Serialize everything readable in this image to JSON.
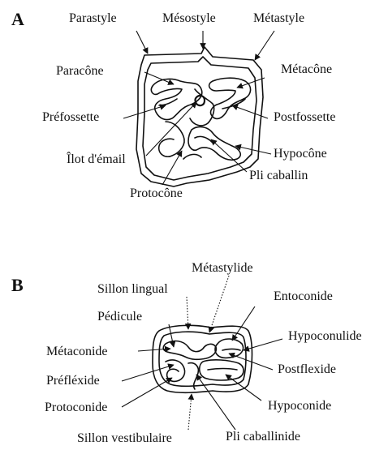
{
  "panel_a": {
    "letter": "A",
    "labels": {
      "parastyle": "Parastyle",
      "mesostyle": "Mésostyle",
      "metastyle": "Métastyle",
      "paracone": "Paracône",
      "metacone": "Métacône",
      "prefossette": "Préfossette",
      "postfossette": "Postfossette",
      "ilot": "Îlot d'émail",
      "hypocone": "Hypocône",
      "pli_caballin": "Pli caballin",
      "protocone": "Protocône"
    }
  },
  "panel_b": {
    "letter": "B",
    "labels": {
      "metastylide": "Métastylide",
      "sillon_lingual": "Sillon lingual",
      "entoconide": "Entoconide",
      "pedicule": "Pédicule",
      "hypoconulide": "Hypoconulide",
      "metaconide": "Métaconide",
      "postflexide": "Postflexide",
      "preflexide": "Préfléxide",
      "hypoconide": "Hypoconide",
      "protoconide": "Protoconide",
      "sillon_vestibulaire": "Sillon vestibulaire",
      "pli_caballinide": "Pli caballinide"
    }
  }
}
